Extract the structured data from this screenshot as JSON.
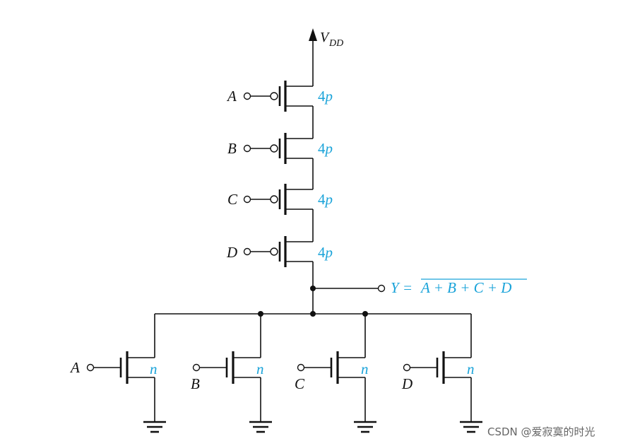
{
  "supply": {
    "label": "V",
    "sub": "DD"
  },
  "pmos": [
    {
      "input": "A",
      "size_num": "4",
      "size_type": "p"
    },
    {
      "input": "B",
      "size_num": "4",
      "size_type": "p"
    },
    {
      "input": "C",
      "size_num": "4",
      "size_type": "p"
    },
    {
      "input": "D",
      "size_num": "4",
      "size_type": "p"
    }
  ],
  "nmos": [
    {
      "input": "A",
      "size_type": "n"
    },
    {
      "input": "B",
      "size_type": "n"
    },
    {
      "input": "C",
      "size_type": "n"
    },
    {
      "input": "D",
      "size_type": "n"
    }
  ],
  "output": {
    "lhs": "Y =",
    "expr": "A + B + C + D"
  },
  "watermark": "CSDN @爱寂寞的时光",
  "colors": {
    "wire": "#111111",
    "annotation": "#1aa3d9"
  }
}
